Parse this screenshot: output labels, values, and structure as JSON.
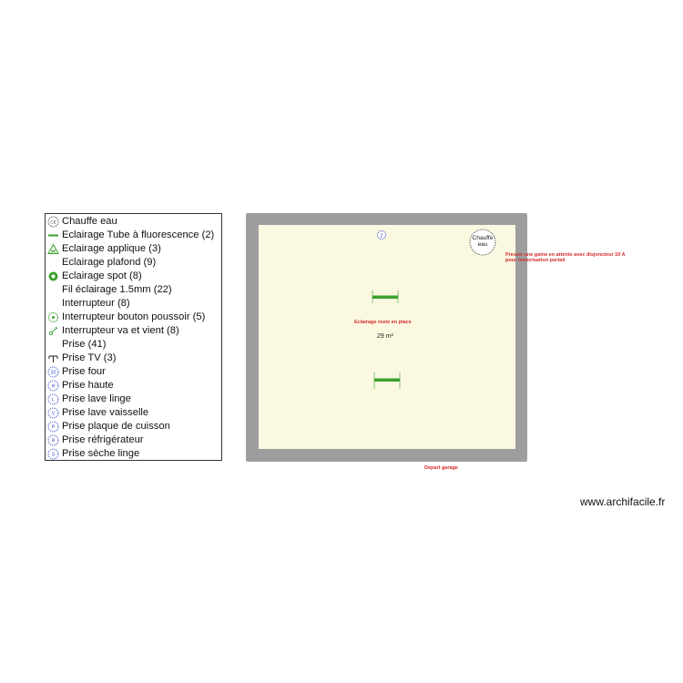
{
  "legend": {
    "items": [
      {
        "label": "Chauffe eau",
        "icon": "water-heater-icon"
      },
      {
        "label": "Eclairage Tube à fluorescence (2)",
        "icon": "fluorescent-tube-icon"
      },
      {
        "label": "Eclairage applique (3)",
        "icon": "wall-light-icon"
      },
      {
        "label": "Eclairage plafond (9)",
        "icon": ""
      },
      {
        "label": "Eclairage spot (8)",
        "icon": "spot-light-icon"
      },
      {
        "label": "Fil éclairage 1.5mm (22)",
        "icon": ""
      },
      {
        "label": "Interrupteur (8)",
        "icon": ""
      },
      {
        "label": "Interrupteur bouton poussoir (5)",
        "icon": "push-button-switch-icon"
      },
      {
        "label": "Interrupteur va et vient (8)",
        "icon": "two-way-switch-icon"
      },
      {
        "label": "Prise (41)",
        "icon": ""
      },
      {
        "label": "Prise  TV (3)",
        "icon": "tv-socket-icon"
      },
      {
        "label": "Prise four",
        "icon": "oven-socket-icon"
      },
      {
        "label": "Prise haute",
        "icon": "high-socket-icon"
      },
      {
        "label": "Prise lave linge",
        "icon": "washing-machine-socket-icon"
      },
      {
        "label": "Prise lave vaisselle",
        "icon": "dishwasher-socket-icon"
      },
      {
        "label": "Prise plaque de cuisson",
        "icon": "hob-socket-icon"
      },
      {
        "label": "Prise réfrigérateur",
        "icon": "fridge-socket-icon"
      },
      {
        "label": "Prise sèche linge",
        "icon": "dryer-socket-icon"
      }
    ]
  },
  "plan": {
    "area": "29 m²",
    "chauffe_eau_label": "Chauffe eau",
    "note_lighting": "Eclairage reste en place",
    "note_gaine_line1": "Prevoir une gaine en attente avec disjoncteur 10 A",
    "note_gaine_line2": "pour motorisation portail",
    "note_depart": "Depart garage"
  },
  "colors": {
    "wall": "#9e9e9e",
    "floor": "#fbf8e1",
    "accent_green": "#3aa12e",
    "symbol_blue": "#2b46c8",
    "note_red": "#d42a2a"
  },
  "watermark": "www.archifacile.fr"
}
